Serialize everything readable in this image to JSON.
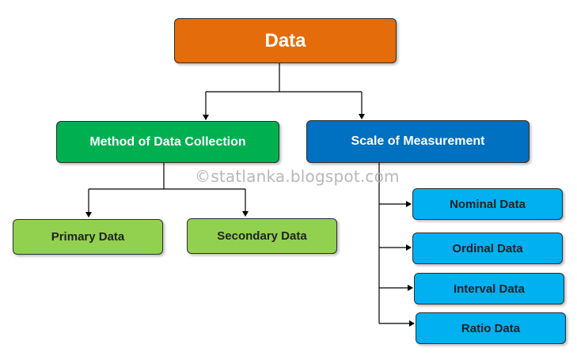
{
  "diagram": {
    "root": {
      "label": "Data",
      "color": "#E46C0A"
    },
    "method": {
      "label": "Method of Data Collection",
      "color": "#00B050",
      "children": [
        {
          "label": "Primary Data",
          "color": "#92D050"
        },
        {
          "label": "Secondary Data",
          "color": "#92D050"
        }
      ]
    },
    "scale": {
      "label": "Scale of Measurement",
      "color": "#0070C0",
      "children": [
        {
          "label": "Nominal Data",
          "color": "#00B0F0"
        },
        {
          "label": "Ordinal Data",
          "color": "#00B0F0"
        },
        {
          "label": "Interval Data",
          "color": "#00B0F0"
        },
        {
          "label": "Ratio Data",
          "color": "#00B0F0"
        }
      ]
    },
    "connector_color": "#000000"
  },
  "watermark": "©statlanka.blogspot.com"
}
